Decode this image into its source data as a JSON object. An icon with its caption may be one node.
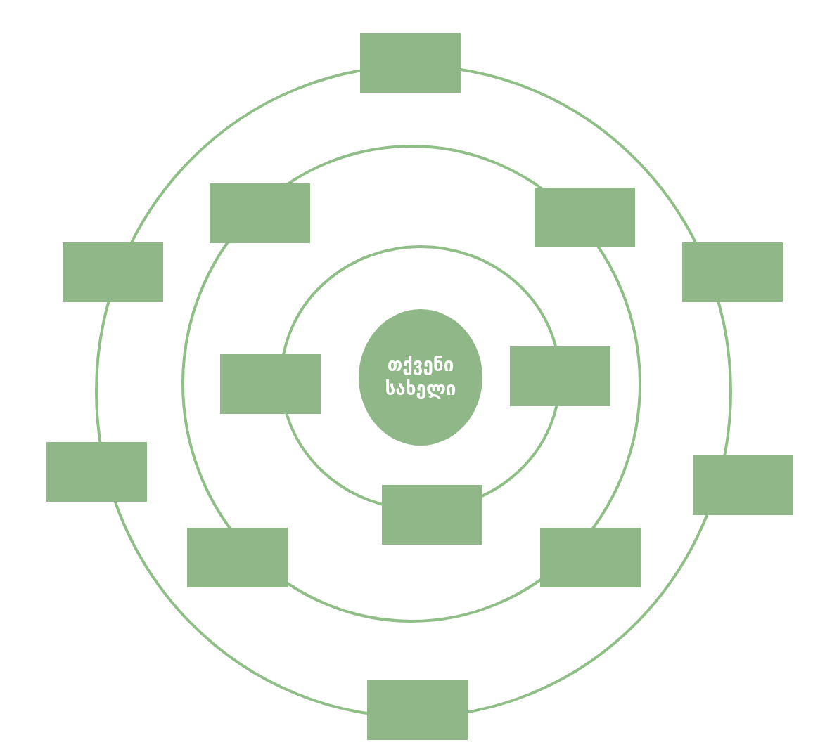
{
  "diagram": {
    "nodes": [
      {
        "text": [],
        "shape": "box"
      },
      {
        "text": [],
        "shape": "box"
      },
      {
        "text": [],
        "shape": "box"
      },
      {
        "text": [],
        "shape": "box"
      },
      {
        "text": [],
        "shape": "box"
      },
      {
        "text": [
          "თქვენი სახელი"
        ]
      },
      {
        "text": [],
        "shape": "box"
      },
      {
        "text": [],
        "shape": "box"
      },
      {
        "text": [],
        "shape": "box"
      },
      {
        "text": [],
        "shape": "box"
      },
      {
        "text": [],
        "shape": "box"
      },
      {
        "text": [],
        "shape": "box"
      },
      {
        "text": [],
        "shape": "box"
      },
      {
        "text": [],
        "shape": "box"
      }
    ]
  }
}
